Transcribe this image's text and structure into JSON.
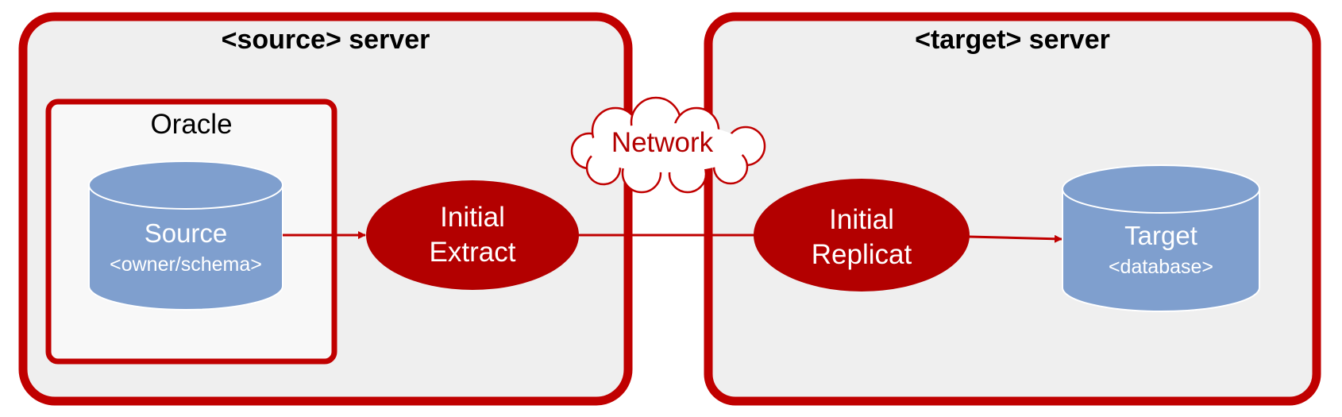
{
  "colors": {
    "frame": "#c00000",
    "server_fill": "#efefef",
    "oracle_fill": "#f8f8f8",
    "database": "#7f9fce",
    "process": "#b30000",
    "connector": "#c00000",
    "cloud_text": "#b30000"
  },
  "source_server": {
    "title": "<source> server",
    "oracle": {
      "title": "Oracle",
      "database": {
        "name": "Source",
        "detail": "<owner/schema>"
      }
    },
    "process": {
      "line1": "Initial",
      "line2": "Extract"
    }
  },
  "network": {
    "label": "Network"
  },
  "target_server": {
    "title": "<target> server",
    "process": {
      "line1": "Initial",
      "line2": "Replicat"
    },
    "database": {
      "name": "Target",
      "detail": "<database>"
    }
  }
}
